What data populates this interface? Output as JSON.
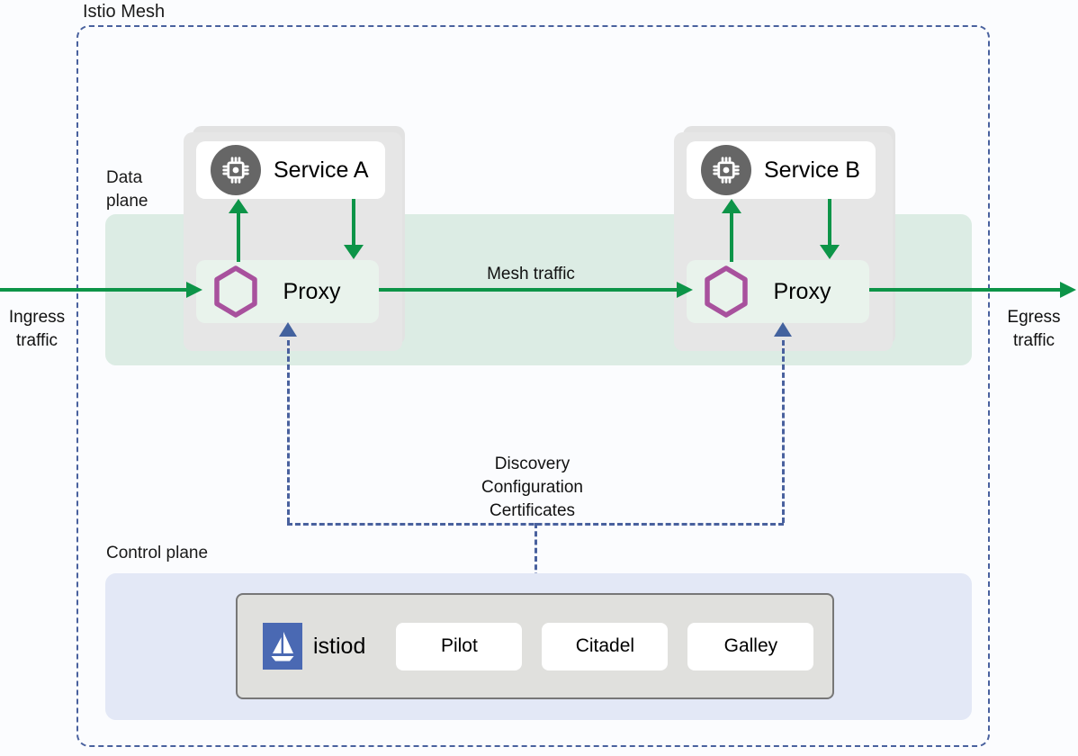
{
  "diagram": {
    "mesh_label": "Istio Mesh",
    "data_plane_label_line1": "Data",
    "data_plane_label_line2": "plane",
    "control_plane_label": "Control plane",
    "ingress_label_line1": "Ingress",
    "ingress_label_line2": "traffic",
    "egress_label_line1": "Egress",
    "egress_label_line2": "traffic",
    "mesh_traffic_label": "Mesh traffic",
    "discovery_line1": "Discovery",
    "discovery_line2": "Configuration",
    "discovery_line3": "Certificates"
  },
  "pods": [
    {
      "service_name": "Service A",
      "proxy_name": "Proxy",
      "service_icon": "cpu-chip-icon",
      "proxy_icon": "envoy-hexagon-icon"
    },
    {
      "service_name": "Service B",
      "proxy_name": "Proxy",
      "service_icon": "cpu-chip-icon",
      "proxy_icon": "envoy-hexagon-icon"
    }
  ],
  "control_plane": {
    "istiod_label": "istiod",
    "istiod_logo_icon": "istio-sailboat-logo",
    "components": [
      {
        "label": "Pilot"
      },
      {
        "label": "Citadel"
      },
      {
        "label": "Galley"
      }
    ]
  },
  "colors": {
    "mesh_border": "#49619e",
    "data_plane_band": "#dcece4",
    "control_plane_band": "#e3e8f6",
    "traffic_green": "#0d9448",
    "envoy_purple": "#a8519d",
    "istio_blue": "#4a69b3",
    "pod_gray": "#e6e6e6",
    "istiod_box_gray": "#e0e0dd"
  }
}
